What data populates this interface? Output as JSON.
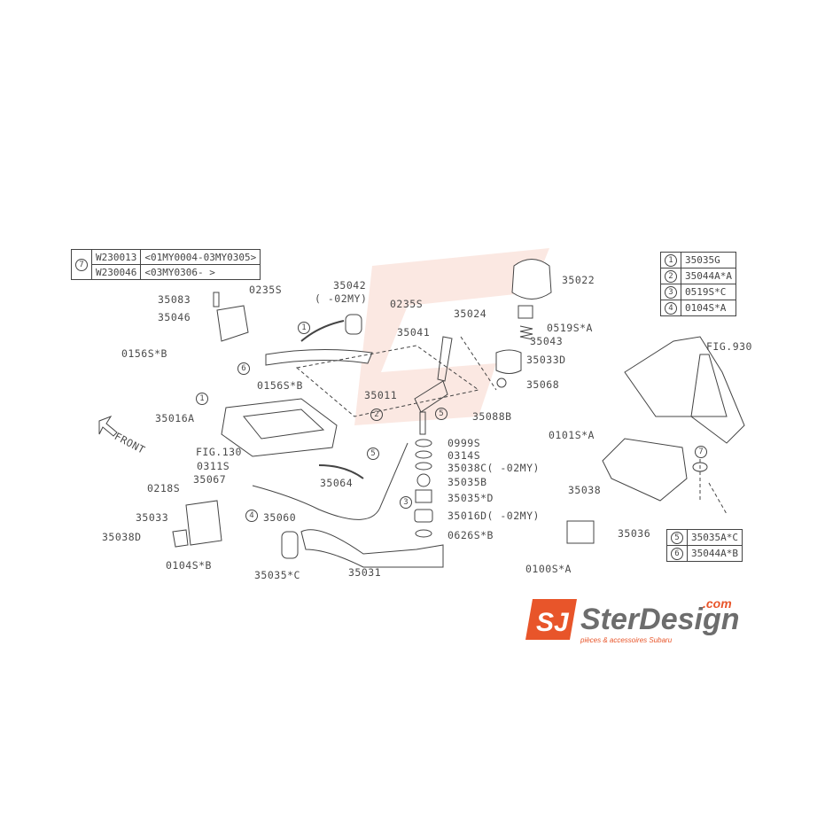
{
  "footnote_table": {
    "ref": "7",
    "rows": [
      {
        "part": "W230013",
        "range": "<01MY0004-03MY0305>"
      },
      {
        "part": "W230046",
        "range": "<03MY0306-          >"
      }
    ]
  },
  "legend_table_a": [
    {
      "ref": "1",
      "part": "35035G"
    },
    {
      "ref": "2",
      "part": "35044A*A"
    },
    {
      "ref": "3",
      "part": "0519S*C"
    },
    {
      "ref": "4",
      "part": "0104S*A"
    }
  ],
  "legend_table_b": [
    {
      "ref": "5",
      "part": "35035A*C"
    },
    {
      "ref": "6",
      "part": "35044A*B"
    }
  ],
  "labels": [
    "35083",
    "0235S",
    "35042",
    "(  -02MY)",
    "0235S",
    "35046",
    "35041",
    "0156S*B",
    "0156S*B",
    "35011",
    "35016A",
    "FRONT",
    "35022",
    "35024",
    "0519S*A",
    "35043",
    "35033D",
    "35068",
    "35088B",
    "FIG.930",
    "0101S*A",
    "0999S",
    "0314S",
    "35038C(    -02MY)",
    "35035B",
    "35035*D",
    "35016D(  -02MY)",
    "0626S*B",
    "35038",
    "35036",
    "0100S*A",
    "FIG.130",
    "0311S",
    "35067",
    "0218S",
    "35064",
    "35060",
    "35033",
    "35038D",
    "0104S*B",
    "35035*C",
    "35031"
  ],
  "callouts": [
    "1",
    "1",
    "6",
    "2",
    "5",
    "5",
    "3",
    "4",
    "7"
  ],
  "logo": {
    "mark": "SJ",
    "name": "SterDesign",
    "suffix": ".com",
    "tagline": "pièces & accessoires Subaru"
  },
  "colors": {
    "logo_orange": "#e8552a",
    "logo_gray": "#6d6d6d",
    "watermark": "#fbe3dc",
    "line": "#444444"
  }
}
